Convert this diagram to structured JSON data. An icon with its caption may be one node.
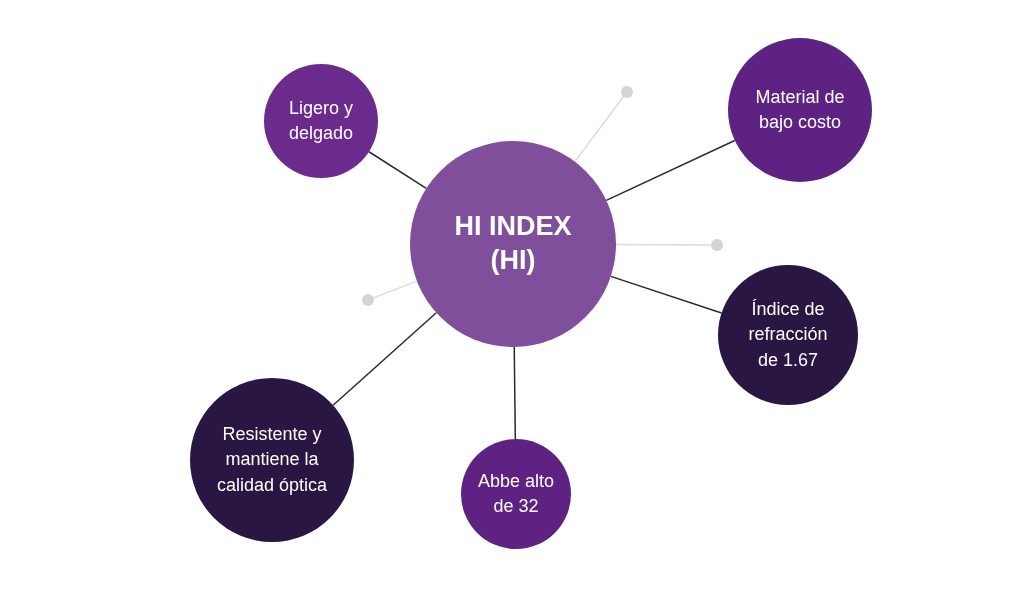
{
  "diagram": {
    "nodes": [
      {
        "text": [
          "Ligero y delgado"
        ]
      },
      {
        "text": [
          "Material de bajo costo"
        ]
      },
      {
        "text": [],
        "shape": "circle"
      },
      {
        "text": [
          "HI INDEX (HI)"
        ]
      },
      {
        "text": [],
        "shape": "circle"
      },
      {
        "text": [],
        "shape": "circle"
      },
      {
        "text": [
          "Índice de refracción de 1.67"
        ]
      },
      {
        "text": [
          "Resistente y mantiene la calidad óptica"
        ]
      },
      {
        "text": [
          "Abbe alto de 32"
        ]
      }
    ],
    "edges": [
      {
        "from": 3,
        "to": 0,
        "arrow": "none"
      },
      {
        "from": 3,
        "to": 1,
        "arrow": "none"
      },
      {
        "from": 3,
        "to": 2,
        "arrow": "none",
        "color": "#dcdcdc"
      },
      {
        "from": 3,
        "to": 4,
        "arrow": "none",
        "color": "#dcdcdc"
      },
      {
        "from": 3,
        "to": 5,
        "arrow": "none",
        "color": "#dcdcdc"
      },
      {
        "from": 3,
        "to": 6,
        "arrow": "none"
      },
      {
        "from": 3,
        "to": 7,
        "arrow": "none"
      },
      {
        "from": 3,
        "to": 8,
        "arrow": "none"
      }
    ]
  }
}
